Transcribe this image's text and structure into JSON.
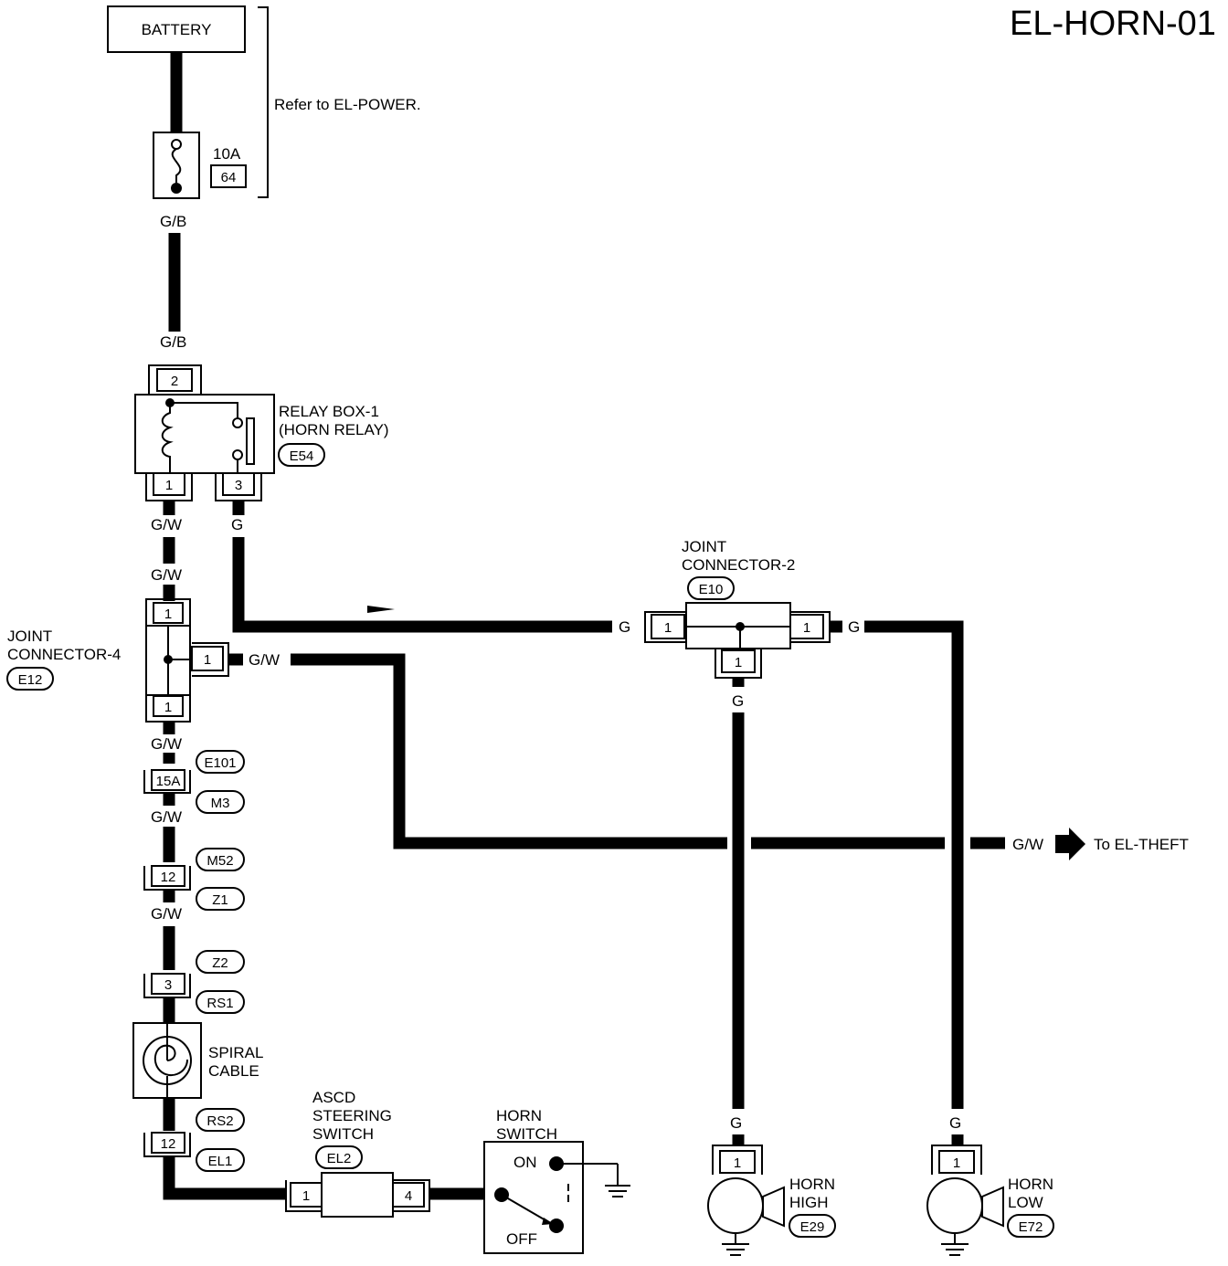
{
  "page_id": "EL-HORN-01",
  "battery": {
    "label": "BATTERY",
    "note": "Refer to EL-POWER."
  },
  "fuse": {
    "rating": "10A",
    "number": "64"
  },
  "wire_colors": {
    "gb": "G/B",
    "gw": "G/W",
    "g": "G"
  },
  "relay_box": {
    "line1": "RELAY BOX-1",
    "line2": "(HORN RELAY)",
    "connector": "E54",
    "pin_top": "2",
    "pin_left": "1",
    "pin_right": "3"
  },
  "joint_connector_4": {
    "line1": "JOINT",
    "line2": "CONNECTOR-4",
    "connector": "E12",
    "pin": "1"
  },
  "joint_connector_2": {
    "line1": "JOINT",
    "line2": "CONNECTOR-2",
    "connector": "E10",
    "pin": "1"
  },
  "inline_connectors": {
    "c1": {
      "pin": "15A",
      "top": "E101",
      "bottom": "M3"
    },
    "c2": {
      "pin": "12",
      "top": "M52",
      "bottom": "Z1"
    },
    "c3": {
      "pin": "3",
      "top": "Z2",
      "bottom": "RS1"
    },
    "c4": {
      "pin": "12",
      "top": "RS2",
      "bottom": "EL1"
    }
  },
  "spiral_cable": {
    "line1": "SPIRAL",
    "line2": "CABLE"
  },
  "ascd_switch": {
    "line1": "ASCD",
    "line2": "STEERING",
    "line3": "SWITCH",
    "connector": "EL2",
    "pin_left": "1",
    "pin_right": "4"
  },
  "horn_switch": {
    "line1": "HORN",
    "line2": "SWITCH",
    "on_label": "ON",
    "off_label": "OFF"
  },
  "horn_high": {
    "line1": "HORN",
    "line2": "HIGH",
    "connector": "E29",
    "pin": "1"
  },
  "horn_low": {
    "line1": "HORN",
    "line2": "LOW",
    "connector": "E72",
    "pin": "1"
  },
  "theft_link": {
    "label": "To EL-THEFT"
  }
}
